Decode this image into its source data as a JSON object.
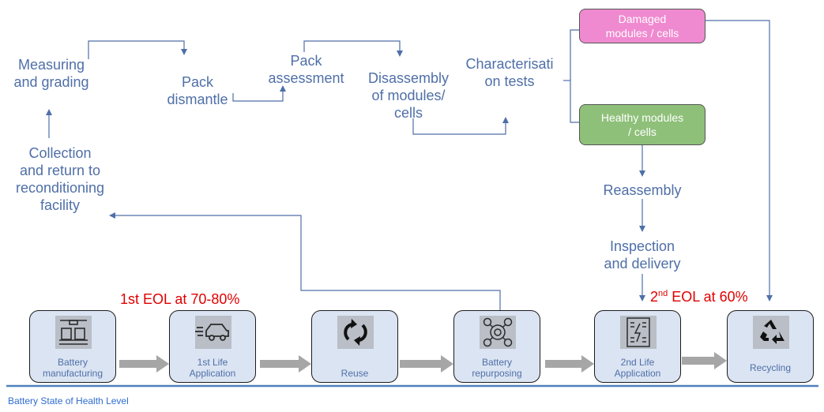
{
  "steps": {
    "measuring": "Measuring\nand grading",
    "pack_dismantle": "Pack\ndismantle",
    "pack_assessment": "Pack\nassessment",
    "disassembly": "Disassembly\nof modules/\ncells",
    "characterisation": "Characterisati\non tests",
    "collection": "Collection\nand return to\nreconditioning\nfacility",
    "reassembly": "Reassembly",
    "inspection": "Inspection\nand delivery"
  },
  "status_boxes": {
    "damaged": {
      "label": "Damaged\nmodules / cells",
      "color": "#f08ad0"
    },
    "healthy": {
      "label": "Healthy modules\n/ cells",
      "color": "#8fc07a"
    }
  },
  "eol": {
    "first": "1st EOL at 70-80%",
    "second_sup": "nd",
    "second_num": "2",
    "second_text": " EOL at 60%"
  },
  "stages": [
    {
      "label": "Battery\nmanufacturing",
      "icon": "factory-icon"
    },
    {
      "label": "1st Life\nApplication",
      "icon": "car-icon"
    },
    {
      "label": "Reuse",
      "icon": "refresh-icon"
    },
    {
      "label": "Battery\nrepurposing",
      "icon": "network-icon"
    },
    {
      "label": "2nd Life\nApplication",
      "icon": "battery-storage-icon"
    },
    {
      "label": "Recycling",
      "icon": "recycle-icon"
    }
  ],
  "footer": "Battery State of Health Level",
  "colors": {
    "flow_line": "#4f6fa8",
    "stage_fill": "#dbe4f2",
    "process_arrow": "#a6a6a6",
    "eol_text": "#e00000",
    "baseline": "#4f81bd"
  }
}
